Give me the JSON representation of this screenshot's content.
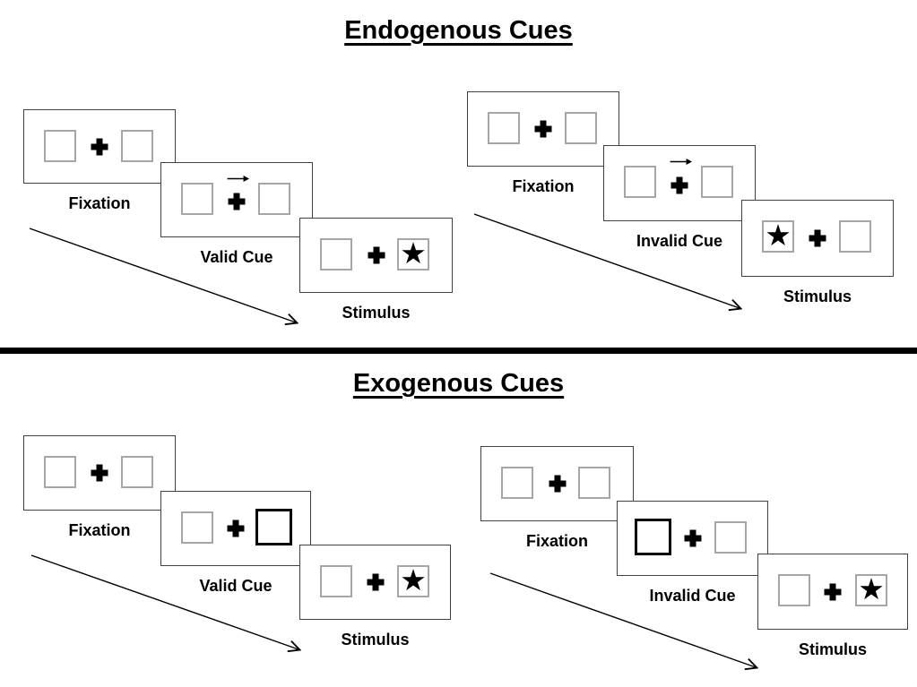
{
  "sections": [
    {
      "title": "Endogenous Cues",
      "groups": [
        {
          "name": "valid",
          "cue_style": "central-arrow-right-above-fixation-cross",
          "panels": [
            {
              "label": "Fixation"
            },
            {
              "label": "Valid Cue",
              "cue": "arrow-right"
            },
            {
              "label": "Stimulus",
              "star_side": "right"
            }
          ]
        },
        {
          "name": "invalid",
          "cue_style": "central-arrow-right-above-fixation-cross",
          "panels": [
            {
              "label": "Fixation"
            },
            {
              "label": "Invalid Cue",
              "cue": "arrow-right"
            },
            {
              "label": "Stimulus",
              "star_side": "left"
            }
          ]
        }
      ]
    },
    {
      "title": "Exogenous Cues",
      "groups": [
        {
          "name": "valid",
          "cue_style": "peripheral-highlighted-box",
          "panels": [
            {
              "label": "Fixation"
            },
            {
              "label": "Valid Cue",
              "cue": "thick-box-right"
            },
            {
              "label": "Stimulus",
              "star_side": "right"
            }
          ]
        },
        {
          "name": "invalid",
          "cue_style": "peripheral-highlighted-box",
          "panels": [
            {
              "label": "Fixation"
            },
            {
              "label": "Invalid Cue",
              "cue": "thick-box-left"
            },
            {
              "label": "Stimulus",
              "star_side": "right"
            }
          ]
        }
      ]
    }
  ],
  "symbols": {
    "star": "★"
  },
  "colors": {
    "ink": "#000000",
    "panel_border": "#404040",
    "box_border": "#a6a6a6",
    "background": "#ffffff"
  }
}
